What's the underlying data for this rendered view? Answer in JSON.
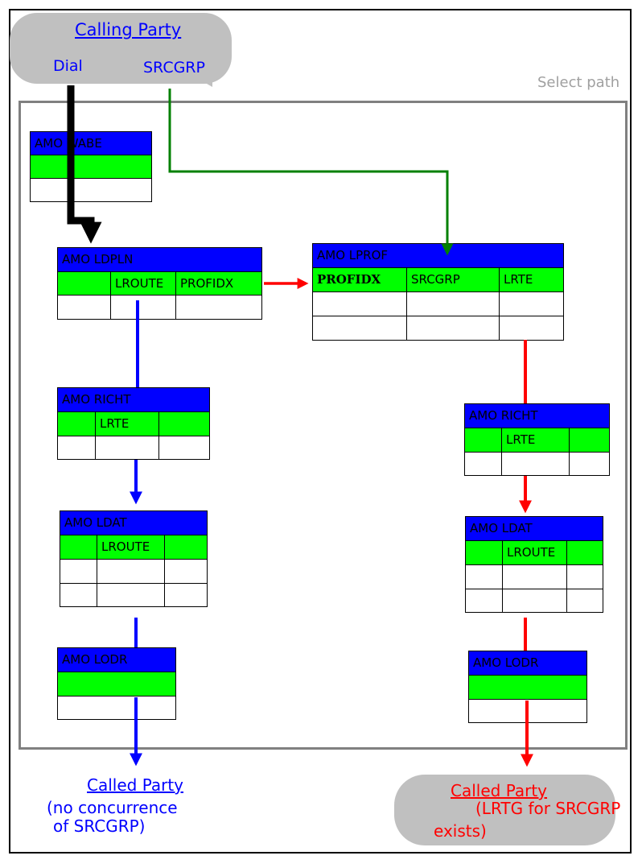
{
  "calling_party": {
    "title": "Calling Party",
    "dial": "Dial",
    "srcgrp": "SRCGRP"
  },
  "select_path": "Select path",
  "tables": {
    "wabe": {
      "title": "AMO  WABE"
    },
    "ldpln": {
      "title": "AMO  LDPLN",
      "cols": [
        "",
        "LROUTE",
        "PROFIDX"
      ]
    },
    "lprof": {
      "title": "AMO  LPROF",
      "cols": [
        "PROFIDX",
        "SRCGRP",
        "LRTE"
      ]
    },
    "richt_left": {
      "title": "AMO  RICHT",
      "cols": [
        "",
        "LRTE",
        ""
      ]
    },
    "ldat_left": {
      "title": "AMO  LDAT",
      "cols": [
        "",
        "LROUTE",
        ""
      ]
    },
    "lodr_left": {
      "title": "AMO  LODR"
    },
    "richt_right": {
      "title": "AMO  RICHT",
      "cols": [
        "",
        "LRTE",
        ""
      ]
    },
    "ldat_right": {
      "title": "AMO  LDAT",
      "cols": [
        "",
        "LROUTE",
        ""
      ]
    },
    "lodr_right": {
      "title": "AMO  LODR"
    }
  },
  "called_left": {
    "title": "Called Party",
    "line1": "(no concurrence",
    "line2": "of SRCGRP)"
  },
  "called_right": {
    "title": "Called Party",
    "line1": "(LRTG for SRCGRP",
    "line2": "exists)"
  },
  "colors": {
    "black_path": "#000000",
    "green_path": "#008000",
    "blue_path": "#0000ff",
    "red_path": "#ff0000",
    "bubble": "#c0c0c0",
    "header": "#0000ff",
    "row": "#00ff00"
  }
}
